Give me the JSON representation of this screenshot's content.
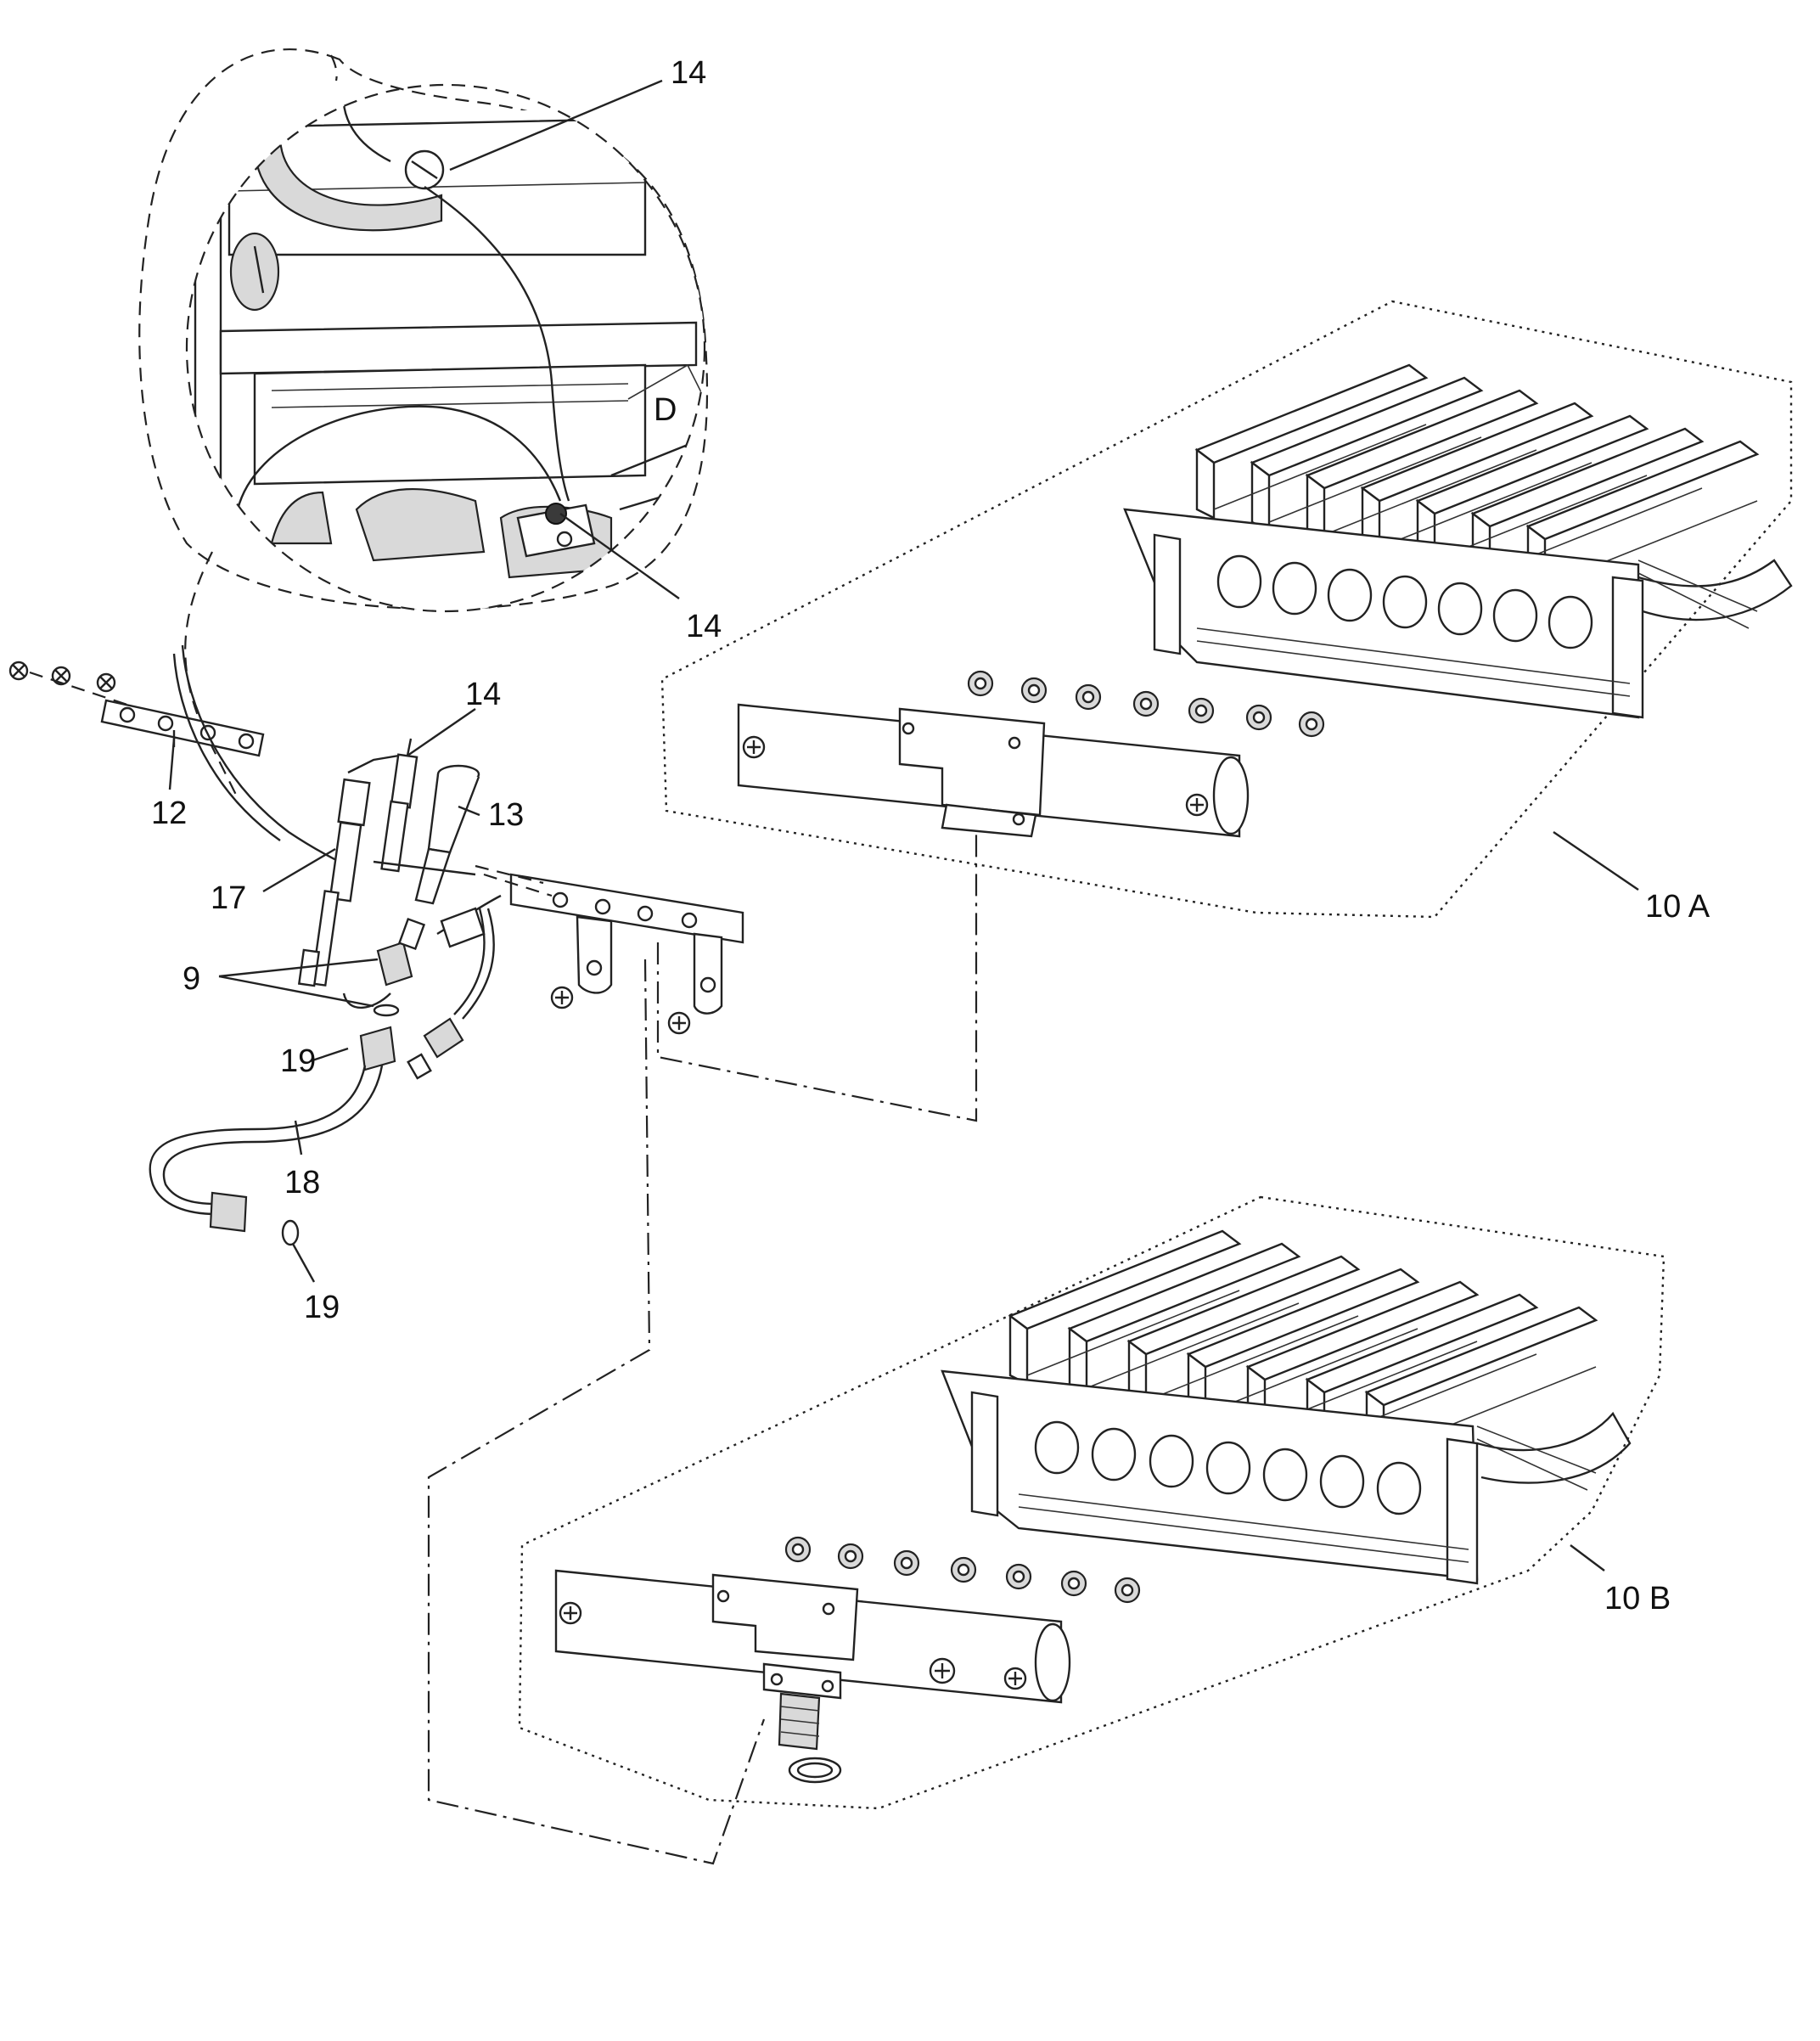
{
  "callouts": {
    "c14_detail_top": "14",
    "c14_detail_bottom": "14",
    "c14_assembly": "14",
    "c12": "12",
    "c13": "13",
    "c17": "17",
    "c9": "9",
    "c19_upper": "19",
    "c19_lower": "19",
    "c18": "18",
    "c10A": "10 A",
    "c10B": "10 B",
    "detail_letter": "D"
  },
  "burner_assemblies": [
    {
      "label_key": "c10A",
      "flame_blades": 7,
      "nozzle_holes": 7,
      "nuts": 7
    },
    {
      "label_key": "c10B",
      "flame_blades": 7,
      "nozzle_holes": 7,
      "nuts": 7
    }
  ]
}
